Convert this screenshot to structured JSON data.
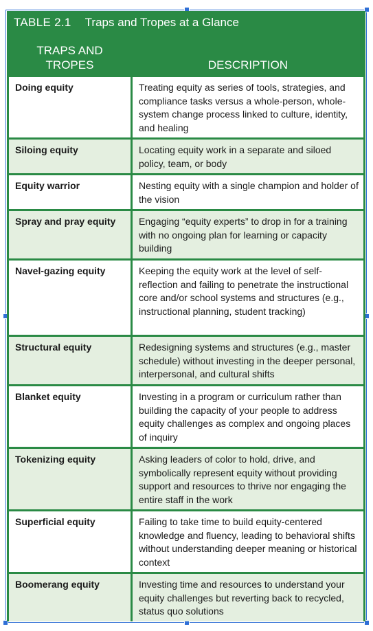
{
  "table": {
    "number": "TABLE 2.1",
    "title": "Traps and Tropes at a Glance",
    "headers": {
      "col1_line1": "TRAPS AND",
      "col1_line2": "TROPES",
      "col2": "DESCRIPTION"
    },
    "rows": [
      {
        "term": "Doing equity",
        "description": "Treating equity as series of tools, strategies, and compliance tasks versus a whole-person, whole-system change process linked to culture, identity, and healing"
      },
      {
        "term": "Siloing equity",
        "description": "Locating equity work in a separate and siloed policy, team, or body"
      },
      {
        "term": "Equity warrior",
        "description": "Nesting equity with a single champion and holder of the vision"
      },
      {
        "term": "Spray and pray equity",
        "description": "Engaging “equity experts” to drop in for a training with no ongoing plan for learning or capacity building"
      },
      {
        "term": "Navel-gazing equity",
        "description": "Keeping the equity work at the level of self-reflection and failing to penetrate the instructional core and/or school systems and structures (e.g., instructional planning, student tracking)"
      },
      {
        "term": "Structural equity",
        "description": "Redesigning systems and structures (e.g., master schedule) without investing in the deeper personal, interpersonal, and cultural shifts"
      },
      {
        "term": "Blanket equity",
        "description": "Investing in a program or curriculum rather than building the capacity of your people to address equity challenges as complex and ongoing places of inquiry"
      },
      {
        "term": "Tokenizing equity",
        "description": "Asking leaders of color to hold, drive, and symbolically represent equity without providing support and resources to thrive nor engaging the entire staff in the work"
      },
      {
        "term": "Superficial equity",
        "description": "Failing to take time to build equity-centered knowledge and fluency, leading to behavioral shifts without understanding deeper meaning or historical context"
      },
      {
        "term": "Boomerang equity",
        "description": "Investing time and resources to understand your equity challenges but reverting back to recycled, status quo solutions"
      }
    ]
  },
  "colors": {
    "header_green": "#2a8a45",
    "shaded_row": "#e4efe0",
    "selection_blue": "#2f6fd6"
  }
}
